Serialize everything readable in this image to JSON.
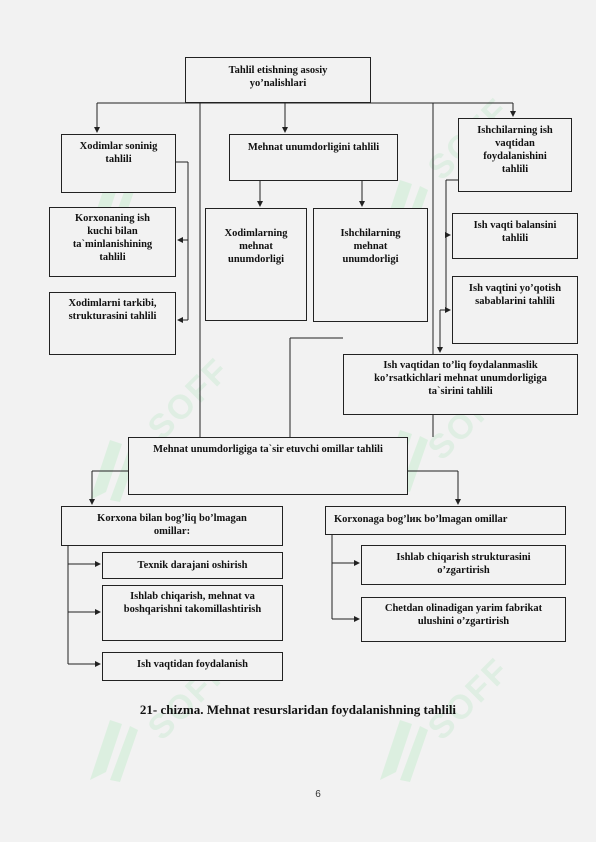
{
  "watermark": {
    "text": "SOFF",
    "logo": "soff-logo-icon"
  },
  "diagram": {
    "root": "Tahlil etishning asosiy\nyo’nalishlari",
    "workers_count": "Xodimlar soninig\ntahlili",
    "labor_productivity": "Mehnat unumdorligini tahlili",
    "working_time_use": "Ishchilarning ish\nvaqtidan\nfoydalanishini\ntahlili",
    "workforce_provision": "Korxonaning ish\nkuchi bilan\nta`minlanishining\ntahlili",
    "staff_structure": "Xodimlarni tarkibi,\nstrukturasini tahlili",
    "employees_productivity": "Xodimlarning\nmehnat\nunumdorligi",
    "workers_productivity": "Ishchilarning\nmehnat\nunumdorligi",
    "time_balance": "Ish vaqti balansini\ntahlili",
    "time_loss_reasons": "Ish vaqtini yo’qotish\nsabablarini tahlili",
    "time_loss_impact": "Ish vaqtidan to’liq foydalanmaslik\nko’rsatkichlari mehnat unumdorligiga\nta`sirini tahlili",
    "factors_analysis": "Mehnat unumdorligiga ta`sir etuvchi omillar tahlili",
    "dependent_factors": "Korxona bilan bog’liq bo’lmagan\nomillar:",
    "independent_factors": "Korxonaga bog’lик bo’lmagan omillar",
    "tech_level": "Texnik darajani oshirish",
    "management_improvement": "Ishlab chiqarish, mehnat va\nboshqarishni takomillashtirish",
    "time_use": "Ish vaqtidan foydalanish",
    "production_structure": "Ishlab chiqarish strukturasini\no’zgartirish",
    "semi_finished_share": "Chetdan olinadigan yarim fabrikat\nulushini o’zgartirish"
  },
  "caption": "21- chizma. Mehnat resurslaridan foydalanishning tahlili",
  "page_number": "6"
}
